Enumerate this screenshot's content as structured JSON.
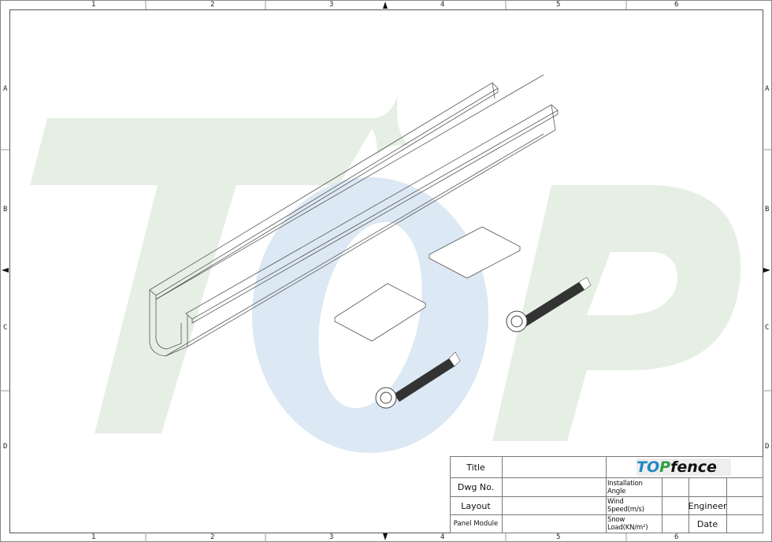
{
  "grid": {
    "columns": [
      "1",
      "2",
      "3",
      "4",
      "5",
      "6"
    ],
    "rows": [
      "A",
      "B",
      "C",
      "D"
    ]
  },
  "watermark": {
    "text": "TOP",
    "colors": {
      "blue": "#dbe8f4",
      "green": "#e3efe3"
    }
  },
  "logo": {
    "part1": "TO",
    "part2": "P",
    "part3": "fence"
  },
  "title_block": {
    "title_label": "Title",
    "dwg_no_label": "Dwg No.",
    "layout_label": "Layout",
    "panel_module_label": "Panel Module",
    "installation_angle_label": "Installation Angle",
    "wind_speed_label": "Wind Speed(m/s)",
    "snow_load_label": "Snow Load(KN/m²)",
    "engineer_label": "Engineer",
    "date_label": "Date"
  }
}
